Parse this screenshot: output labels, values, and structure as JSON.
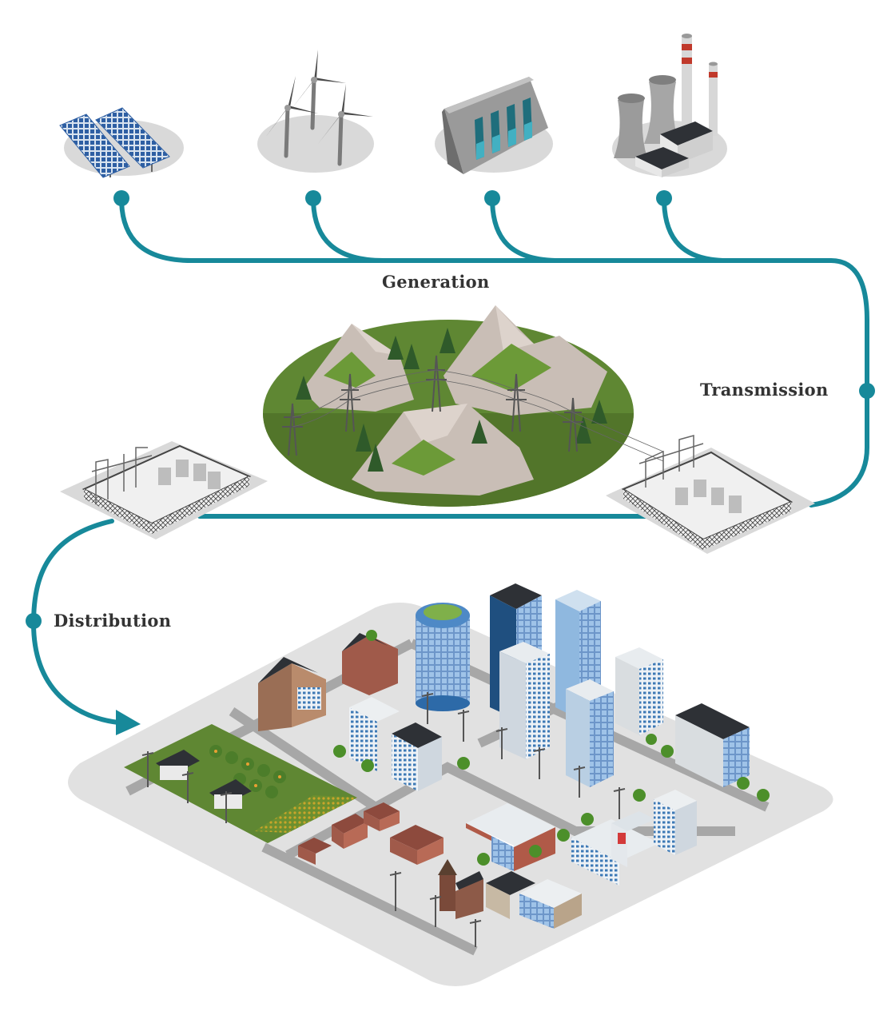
{
  "labels": {
    "generation": "Generation",
    "transmission": "Transmission",
    "distribution": "Distribution"
  },
  "colors": {
    "line": "#17899a",
    "ground": "#d9d9d9",
    "grass": "#5f8733",
    "rock": "#c9beb6",
    "road": "#a7a7a7",
    "building_blue": "#2d7fc4",
    "building_dark": "#2e3136"
  },
  "icons": {
    "generation_sources": [
      "solar-panels",
      "wind-turbines",
      "hydro-dam",
      "thermal-power-plant"
    ],
    "transmission": "transmission-towers-landscape",
    "substations": [
      "step-down-substation",
      "step-up-substation"
    ],
    "distribution": "city"
  }
}
